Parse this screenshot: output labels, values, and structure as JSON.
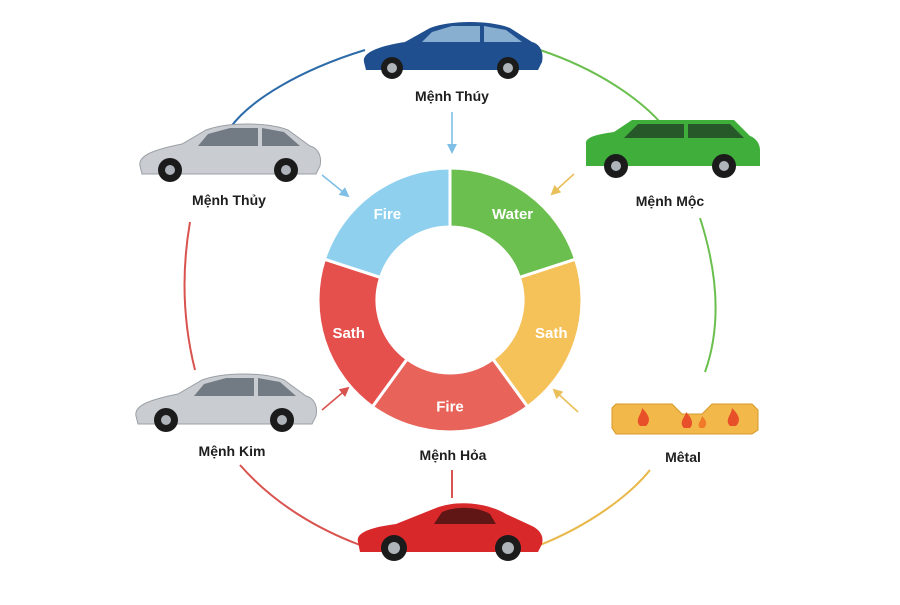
{
  "colors": {
    "water_green": "#6bbf4e",
    "sath_yellow": "#f5c259",
    "fire_red": "#e8645a",
    "sath_red": "#e5504c",
    "fire_blue": "#8fd0ef",
    "connector_blue": "#2d6ca8",
    "connector_green": "#6bbf4e",
    "connector_red": "#d9534f",
    "connector_yellow": "#e8b84a",
    "arrow_blue": "#7fbfe5",
    "arrow_yellow": "#e9bf5a",
    "arrow_red": "#d9534f"
  },
  "wheel": {
    "segments": [
      {
        "label": "Water",
        "color": "#6bbf4e"
      },
      {
        "label": "Sath",
        "color": "#f5c259"
      },
      {
        "label": "Fire",
        "color": "#e8645a"
      },
      {
        "label": "Sath",
        "color": "#e5504c"
      },
      {
        "label": "Fire",
        "color": "#8fd0ef"
      }
    ]
  },
  "nodes": {
    "top": {
      "label": "Mệnh Thúy",
      "car_color": "#1f4f8f",
      "icon": "sedan-car-icon"
    },
    "upper_left": {
      "label": "Mệnh Thủy",
      "car_color": "#c9cdd2",
      "icon": "sedan-car-icon"
    },
    "upper_right": {
      "label": "Mệnh Mộc",
      "car_color": "#3fae3a",
      "icon": "suv-car-icon"
    },
    "lower_left": {
      "label": "Mệnh Kim",
      "car_color": "#c9cdd2",
      "icon": "sedan-car-icon"
    },
    "lower_right": {
      "label": "Mêtal",
      "color": "#f2b84a",
      "icon": "flame-block-icon"
    },
    "bottom_label": {
      "label": "Mệnh Hỏa"
    },
    "bottom": {
      "car_color": "#d8282a",
      "icon": "sports-car-icon"
    }
  }
}
